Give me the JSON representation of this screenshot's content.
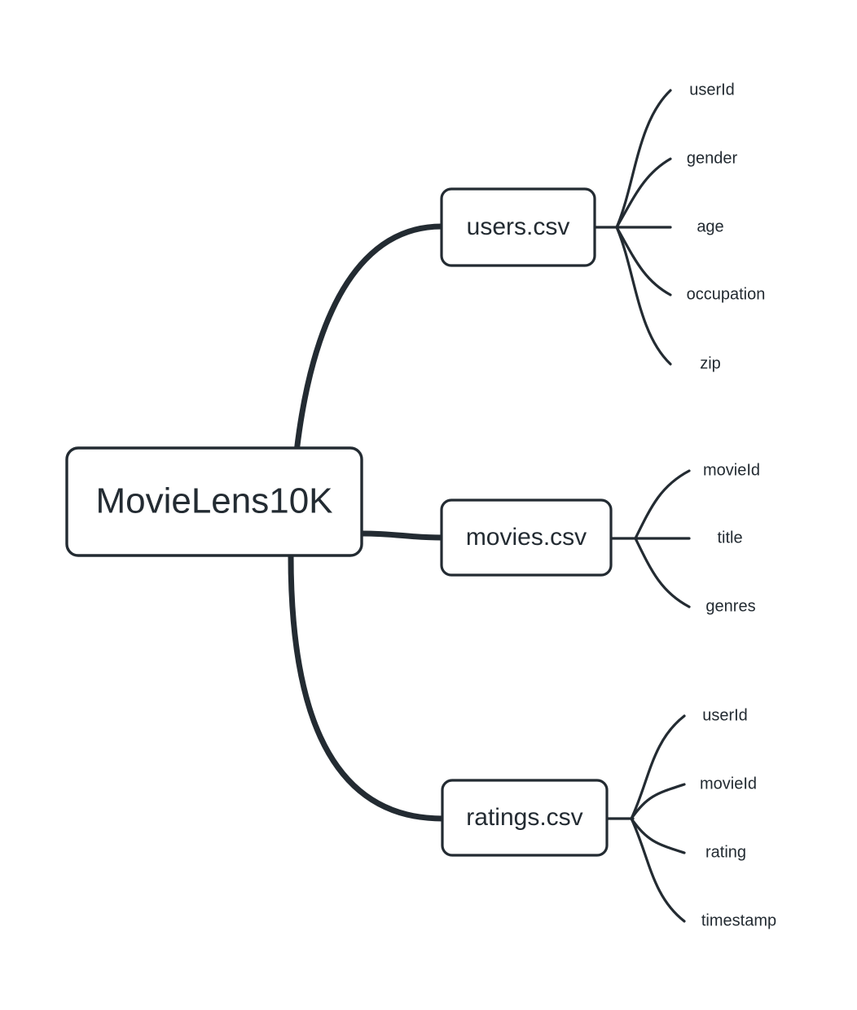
{
  "diagram": {
    "type": "mindmap",
    "title": "MovieLens10K",
    "background_color": "#ffffff",
    "line_color": "#232b32",
    "node_fill": "#ffffff",
    "root": {
      "label": "MovieLens10K"
    },
    "branches": [
      {
        "id": "users",
        "label": "users.csv",
        "leaves": [
          {
            "label": "userId"
          },
          {
            "label": "gender"
          },
          {
            "label": "age"
          },
          {
            "label": "occupation"
          },
          {
            "label": "zip"
          }
        ]
      },
      {
        "id": "movies",
        "label": "movies.csv",
        "leaves": [
          {
            "label": "movieId"
          },
          {
            "label": "title"
          },
          {
            "label": "genres"
          }
        ]
      },
      {
        "id": "ratings",
        "label": "ratings.csv",
        "leaves": [
          {
            "label": "userId"
          },
          {
            "label": "movieId"
          },
          {
            "label": "rating"
          },
          {
            "label": "timestamp"
          }
        ]
      }
    ]
  }
}
